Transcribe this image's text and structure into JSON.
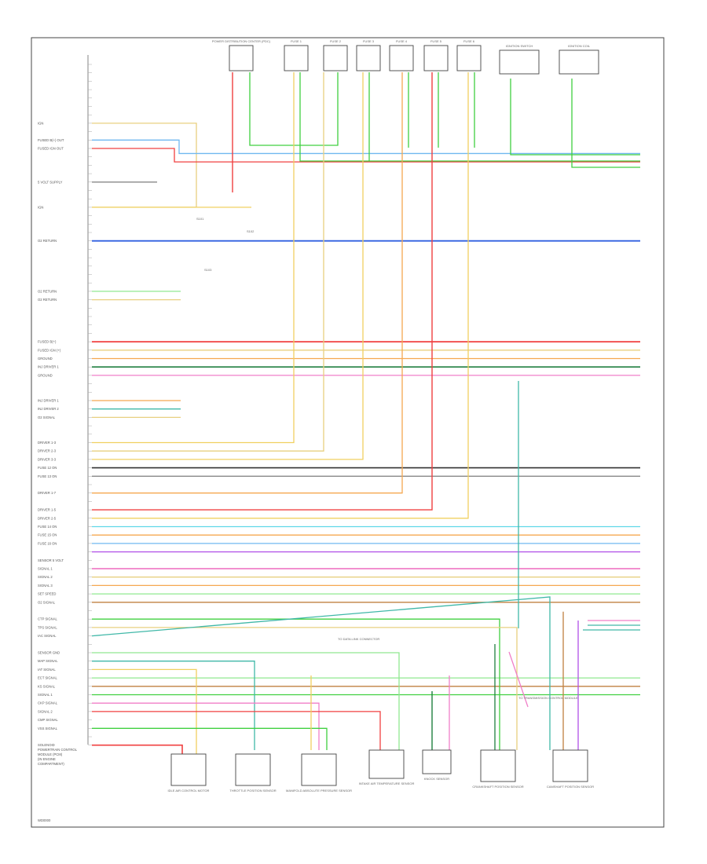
{
  "page": {
    "footer_label": "WD0000"
  },
  "ecu": {
    "title_lines": [
      "POWERTRAIN CONTROL",
      "MODULE (PCM)",
      "(IN ENGINE",
      "COMPARTMENT)"
    ],
    "left_labels": [
      {
        "row": 7,
        "text": "IGN"
      },
      {
        "row": 9,
        "text": "FUSED B(+) OUT"
      },
      {
        "row": 10,
        "text": "FUSED IGN OUT"
      },
      {
        "row": 14,
        "text": "5 VOLT SUPPLY"
      },
      {
        "row": 17,
        "text": "IGN"
      },
      {
        "row": 21,
        "text": "O2 RETURN"
      },
      {
        "row": 27,
        "text": "O2 RETURN"
      },
      {
        "row": 28,
        "text": "O2 RETURN"
      },
      {
        "row": 33,
        "text": "FUSED B(+)"
      },
      {
        "row": 34,
        "text": "FUSED IGN (+)"
      },
      {
        "row": 35,
        "text": "GROUND"
      },
      {
        "row": 36,
        "text": "INJ DRIVER 1"
      },
      {
        "row": 37,
        "text": "GROUND"
      },
      {
        "row": 40,
        "text": "INJ DRIVER 1"
      },
      {
        "row": 41,
        "text": "INJ DRIVER 2"
      },
      {
        "row": 42,
        "text": "O2 SIGNAL"
      },
      {
        "row": 45,
        "text": "DRIVER 1-3"
      },
      {
        "row": 46,
        "text": "DRIVER 2-3"
      },
      {
        "row": 47,
        "text": "DRIVER 3-3"
      },
      {
        "row": 48,
        "text": "FUSE 12 ON"
      },
      {
        "row": 49,
        "text": "FUSE 13 ON"
      },
      {
        "row": 51,
        "text": "DRIVER 1-7"
      },
      {
        "row": 53,
        "text": "DRIVER 1-5"
      },
      {
        "row": 54,
        "text": "DRIVER 2-5"
      },
      {
        "row": 55,
        "text": "FUSE 14 ON"
      },
      {
        "row": 56,
        "text": "FUSE 15 ON"
      },
      {
        "row": 57,
        "text": "FUSE 16 ON"
      },
      {
        "row": 59,
        "text": "SENSOR 5 VOLT"
      },
      {
        "row": 60,
        "text": "SIGNAL 1"
      },
      {
        "row": 61,
        "text": "SIGNAL 2"
      },
      {
        "row": 62,
        "text": "SIGNAL 3"
      },
      {
        "row": 63,
        "text": "SET SPEED"
      },
      {
        "row": 64,
        "text": "O2 SIGNAL"
      },
      {
        "row": 66,
        "text": "CTP SIGNAL"
      },
      {
        "row": 67,
        "text": "TPS SIGNAL"
      },
      {
        "row": 68,
        "text": "IAC SIGNAL"
      },
      {
        "row": 70,
        "text": "SENSOR GND"
      },
      {
        "row": 71,
        "text": "MAP SIGNAL"
      },
      {
        "row": 72,
        "text": "IAT SIGNAL"
      },
      {
        "row": 73,
        "text": "ECT SIGNAL"
      },
      {
        "row": 74,
        "text": "KS SIGNAL"
      },
      {
        "row": 75,
        "text": "SIGNAL 1"
      },
      {
        "row": 76,
        "text": "CKP SIGNAL"
      },
      {
        "row": 77,
        "text": "SIGNAL 2"
      },
      {
        "row": 78,
        "text": "CMP SIGNAL"
      },
      {
        "row": 79,
        "text": "VSS SIGNAL"
      },
      {
        "row": 81,
        "text": "SOLENOID"
      }
    ]
  },
  "top_components": [
    {
      "label": "POWER DISTRIBUTION CENTER (PDC)"
    },
    {
      "label": "FUSE 1"
    },
    {
      "label": "FUSE 2"
    },
    {
      "label": "FUSE 3"
    },
    {
      "label": "FUSE 4"
    },
    {
      "label": "FUSE 5"
    },
    {
      "label": "FUSE 6"
    },
    {
      "label": "IGNITION SWITCH"
    },
    {
      "label": "IGNITION COIL"
    }
  ],
  "bottom_components": [
    {
      "label": "IDLE AIR CONTROL MOTOR"
    },
    {
      "label": "THROTTLE POSITION SENSOR"
    },
    {
      "label": "MANIFOLD ABSOLUTE PRESSURE SENSOR"
    },
    {
      "label": "INTAKE AIR TEMPERATURE SENSOR"
    },
    {
      "label": "KNOCK SENSOR"
    },
    {
      "label": "CRANKSHAFT POSITION SENSOR"
    },
    {
      "label": "CAMSHAFT POSITION SENSOR"
    }
  ],
  "splice_labels": [
    {
      "text": "S101"
    },
    {
      "text": "S102"
    },
    {
      "text": "S103"
    },
    {
      "text": "TO DATA LINK CONNECTOR"
    },
    {
      "text": "TO TRANSMISSION CONTROL MODULE"
    }
  ],
  "wire_legend": {
    "GRY": "#888888",
    "YEL": "#f0d060",
    "RED": "#f04040",
    "BLU": "#3060e0",
    "LTBLU": "#70b8f0",
    "GRN": "#40d040",
    "LTGRN": "#90e890",
    "ORG": "#f5a850",
    "PNK": "#f07fc8",
    "VIO": "#b050e8",
    "TAN": "#e8d080",
    "BRN": "#c08040",
    "DKGRN": "#208040",
    "TEAL": "#40b8a8",
    "CYAN": "#60d8e8",
    "BLK": "#333333"
  }
}
